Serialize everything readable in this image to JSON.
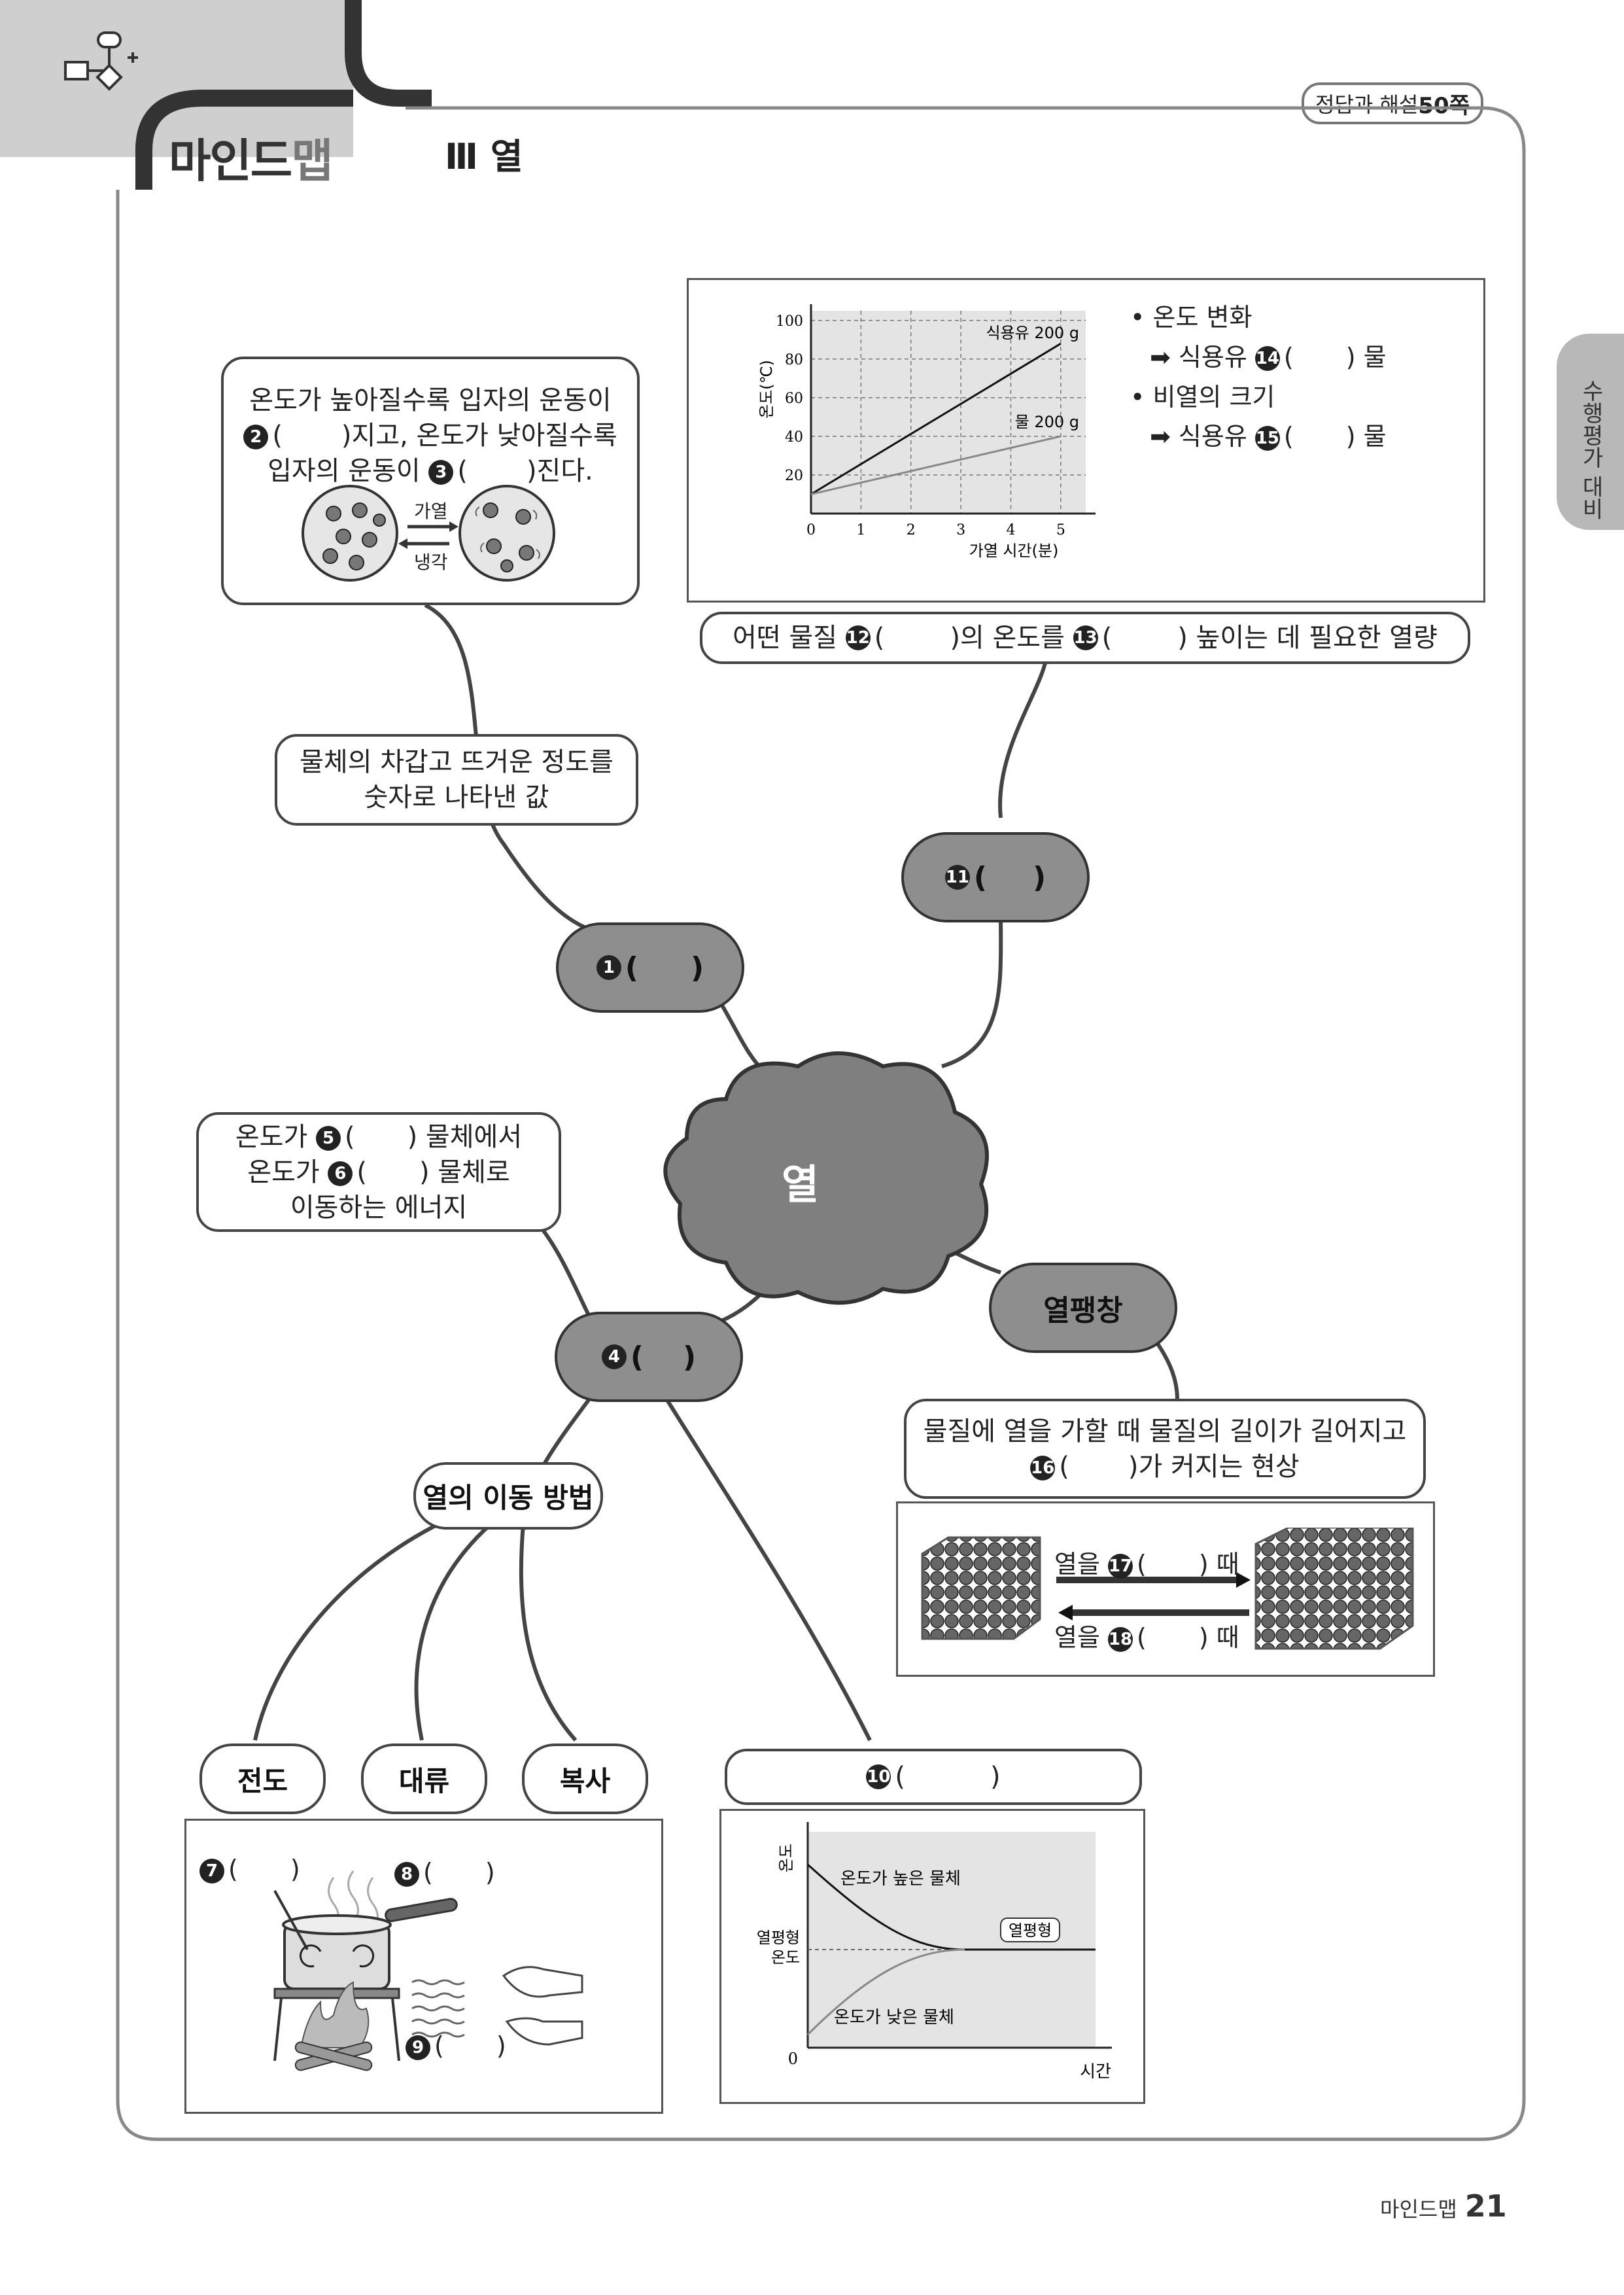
{
  "header": {
    "logo_a": "마인드",
    "logo_b": "맵",
    "section": "Ⅲ 열",
    "answer_ref_text": "정답과 해설 ",
    "answer_ref_page": "50쪽"
  },
  "side_tab": "수행평가 대비",
  "center": "열",
  "nodes": {
    "n1": "(",
    "n1_close": ")",
    "n4": "(",
    "n4_close": ")",
    "n10": "(",
    "n10_close": ")",
    "n11": "(",
    "n11_close": ")",
    "thermal_expansion": "열팽창",
    "heat_transfer": "열의 이동 방법",
    "conduction": "전도",
    "convection": "대류",
    "radiation": "복사"
  },
  "numbers": [
    "1",
    "2",
    "3",
    "4",
    "5",
    "6",
    "7",
    "8",
    "9",
    "10",
    "11",
    "12",
    "13",
    "14",
    "15",
    "16",
    "17",
    "18"
  ],
  "boxes": {
    "particle_l1": "온도가 높아질수록 입자의 운동이",
    "particle_l2a": "(",
    "particle_l2b": ")지고, 온도가 낮아질수록",
    "particle_l3a": "입자의 운동이",
    "particle_l3b": "(",
    "particle_l3c": ")진다.",
    "heating": "가열",
    "cooling": "냉각",
    "temp_def_l1": "물체의 차갑고 뜨거운 정도를",
    "temp_def_l2": "숫자로 나타낸 값",
    "heat_def_l1a": "온도가",
    "heat_def_l1b": "(",
    "heat_def_l1c": ") 물체에서",
    "heat_def_l2a": "온도가",
    "heat_def_l2b": "(",
    "heat_def_l2c": ") 물체로",
    "heat_def_l3": "이동하는 에너지",
    "specific_a": "어떤 물질",
    "specific_b": "(",
    "specific_c": ")의 온도를",
    "specific_d": "(",
    "specific_e": ") 높이는 데 필요한 열량",
    "temp_change": "• 온도 변화",
    "oil_a": "➡ 식용유",
    "oil_b": "(",
    "oil_c": ") 물",
    "sh_size": "• 비열의 크기",
    "expansion_l1": "물질에 열을 가할 때 물질의 길이가 길어지고",
    "expansion_l2a": "(",
    "expansion_l2b": ")가 커지는 현상",
    "heat_gain_a": "열을",
    "heat_gain_b": "(",
    "heat_gain_c": ") 때",
    "heat_loss_a": "열을",
    "heat_loss_b": "(",
    "heat_loss_c": ") 때",
    "blank7": "(",
    "blank7c": ")",
    "blank8": "(",
    "blank8c": ")",
    "blank9": "(",
    "blank9c": ")"
  },
  "chart_data": [
    {
      "type": "line",
      "xlabel": "가열 시간(분)",
      "ylabel": "온도(℃)",
      "x_ticks": [
        "0",
        "1",
        "2",
        "3",
        "4",
        "5"
      ],
      "y_ticks": [
        "20",
        "40",
        "60",
        "80",
        "100"
      ],
      "xlim": [
        0,
        5.5
      ],
      "ylim": [
        0,
        105
      ],
      "grid": true,
      "series": [
        {
          "name": "식용유 200 g",
          "x": [
            0,
            5
          ],
          "y": [
            10,
            88
          ]
        },
        {
          "name": "물 200 g",
          "x": [
            0,
            5
          ],
          "y": [
            10,
            40
          ]
        }
      ],
      "series_colors": [
        "#111111",
        "#888888"
      ]
    },
    {
      "type": "line",
      "ylabel": "온도",
      "xlabel": "시간",
      "origin_label": "0",
      "eq_axis_label": "열평형 온도",
      "eq_label": "열평형",
      "series": [
        {
          "name": "온도가 높은 물체"
        },
        {
          "name": "온도가 낮은 물체"
        }
      ]
    }
  ],
  "footer": {
    "label": "마인드맵",
    "page": "21"
  }
}
